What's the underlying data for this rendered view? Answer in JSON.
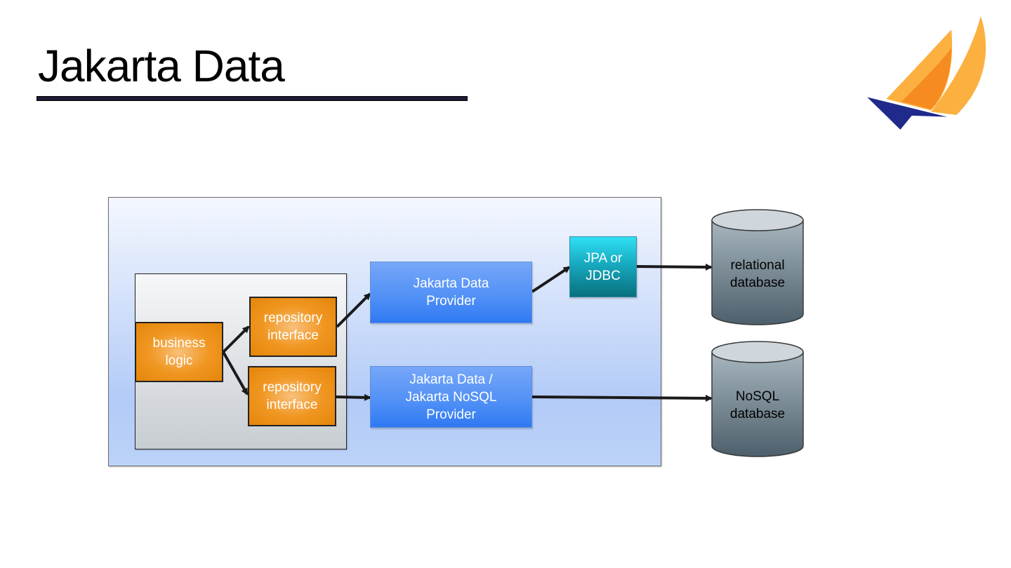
{
  "slide": {
    "title": "Jakarta Data",
    "logo_name": "jakarta-ee-sailboat-logo"
  },
  "diagram": {
    "nodes": {
      "business_logic": "business logic",
      "repo_interface_1": "repository interface",
      "repo_interface_2": "repository interface",
      "jakarta_data_provider": "Jakarta Data Provider",
      "jakarta_nosql_provider": "Jakarta Data / Jakarta NoSQL Provider",
      "jpa_jdbc": "JPA or JDBC",
      "relational_db": "relational database",
      "nosql_db": "NoSQL database"
    },
    "lines": {
      "business_logic": [
        "business",
        "logic"
      ],
      "repo_interface_1": [
        "repository",
        "interface"
      ],
      "repo_interface_2": [
        "repository",
        "interface"
      ],
      "jakarta_data_provider": [
        "Jakarta Data",
        "Provider"
      ],
      "jakarta_nosql_provider": [
        "Jakarta Data /",
        "Jakarta NoSQL",
        "Provider"
      ],
      "jpa_jdbc": [
        "JPA or",
        "JDBC"
      ],
      "relational_db": [
        "relational",
        "database"
      ],
      "nosql_db": [
        "NoSQL",
        "database"
      ]
    },
    "edges": [
      {
        "from": "business logic",
        "to": "repository interface (top)"
      },
      {
        "from": "business logic",
        "to": "repository interface (bottom)"
      },
      {
        "from": "repository interface (top)",
        "to": "Jakarta Data Provider"
      },
      {
        "from": "repository interface (bottom)",
        "to": "Jakarta Data / Jakarta NoSQL Provider"
      },
      {
        "from": "Jakarta Data Provider",
        "to": "JPA or JDBC"
      },
      {
        "from": "JPA or JDBC",
        "to": "relational database"
      },
      {
        "from": "Jakarta Data / Jakarta NoSQL Provider",
        "to": "NoSQL database"
      }
    ],
    "colors": {
      "orange": "#f09722",
      "blue": "#4f8ff6",
      "teal": "#17aac0",
      "database": "#7a8e99",
      "arrow": "#1a1a1a"
    }
  }
}
